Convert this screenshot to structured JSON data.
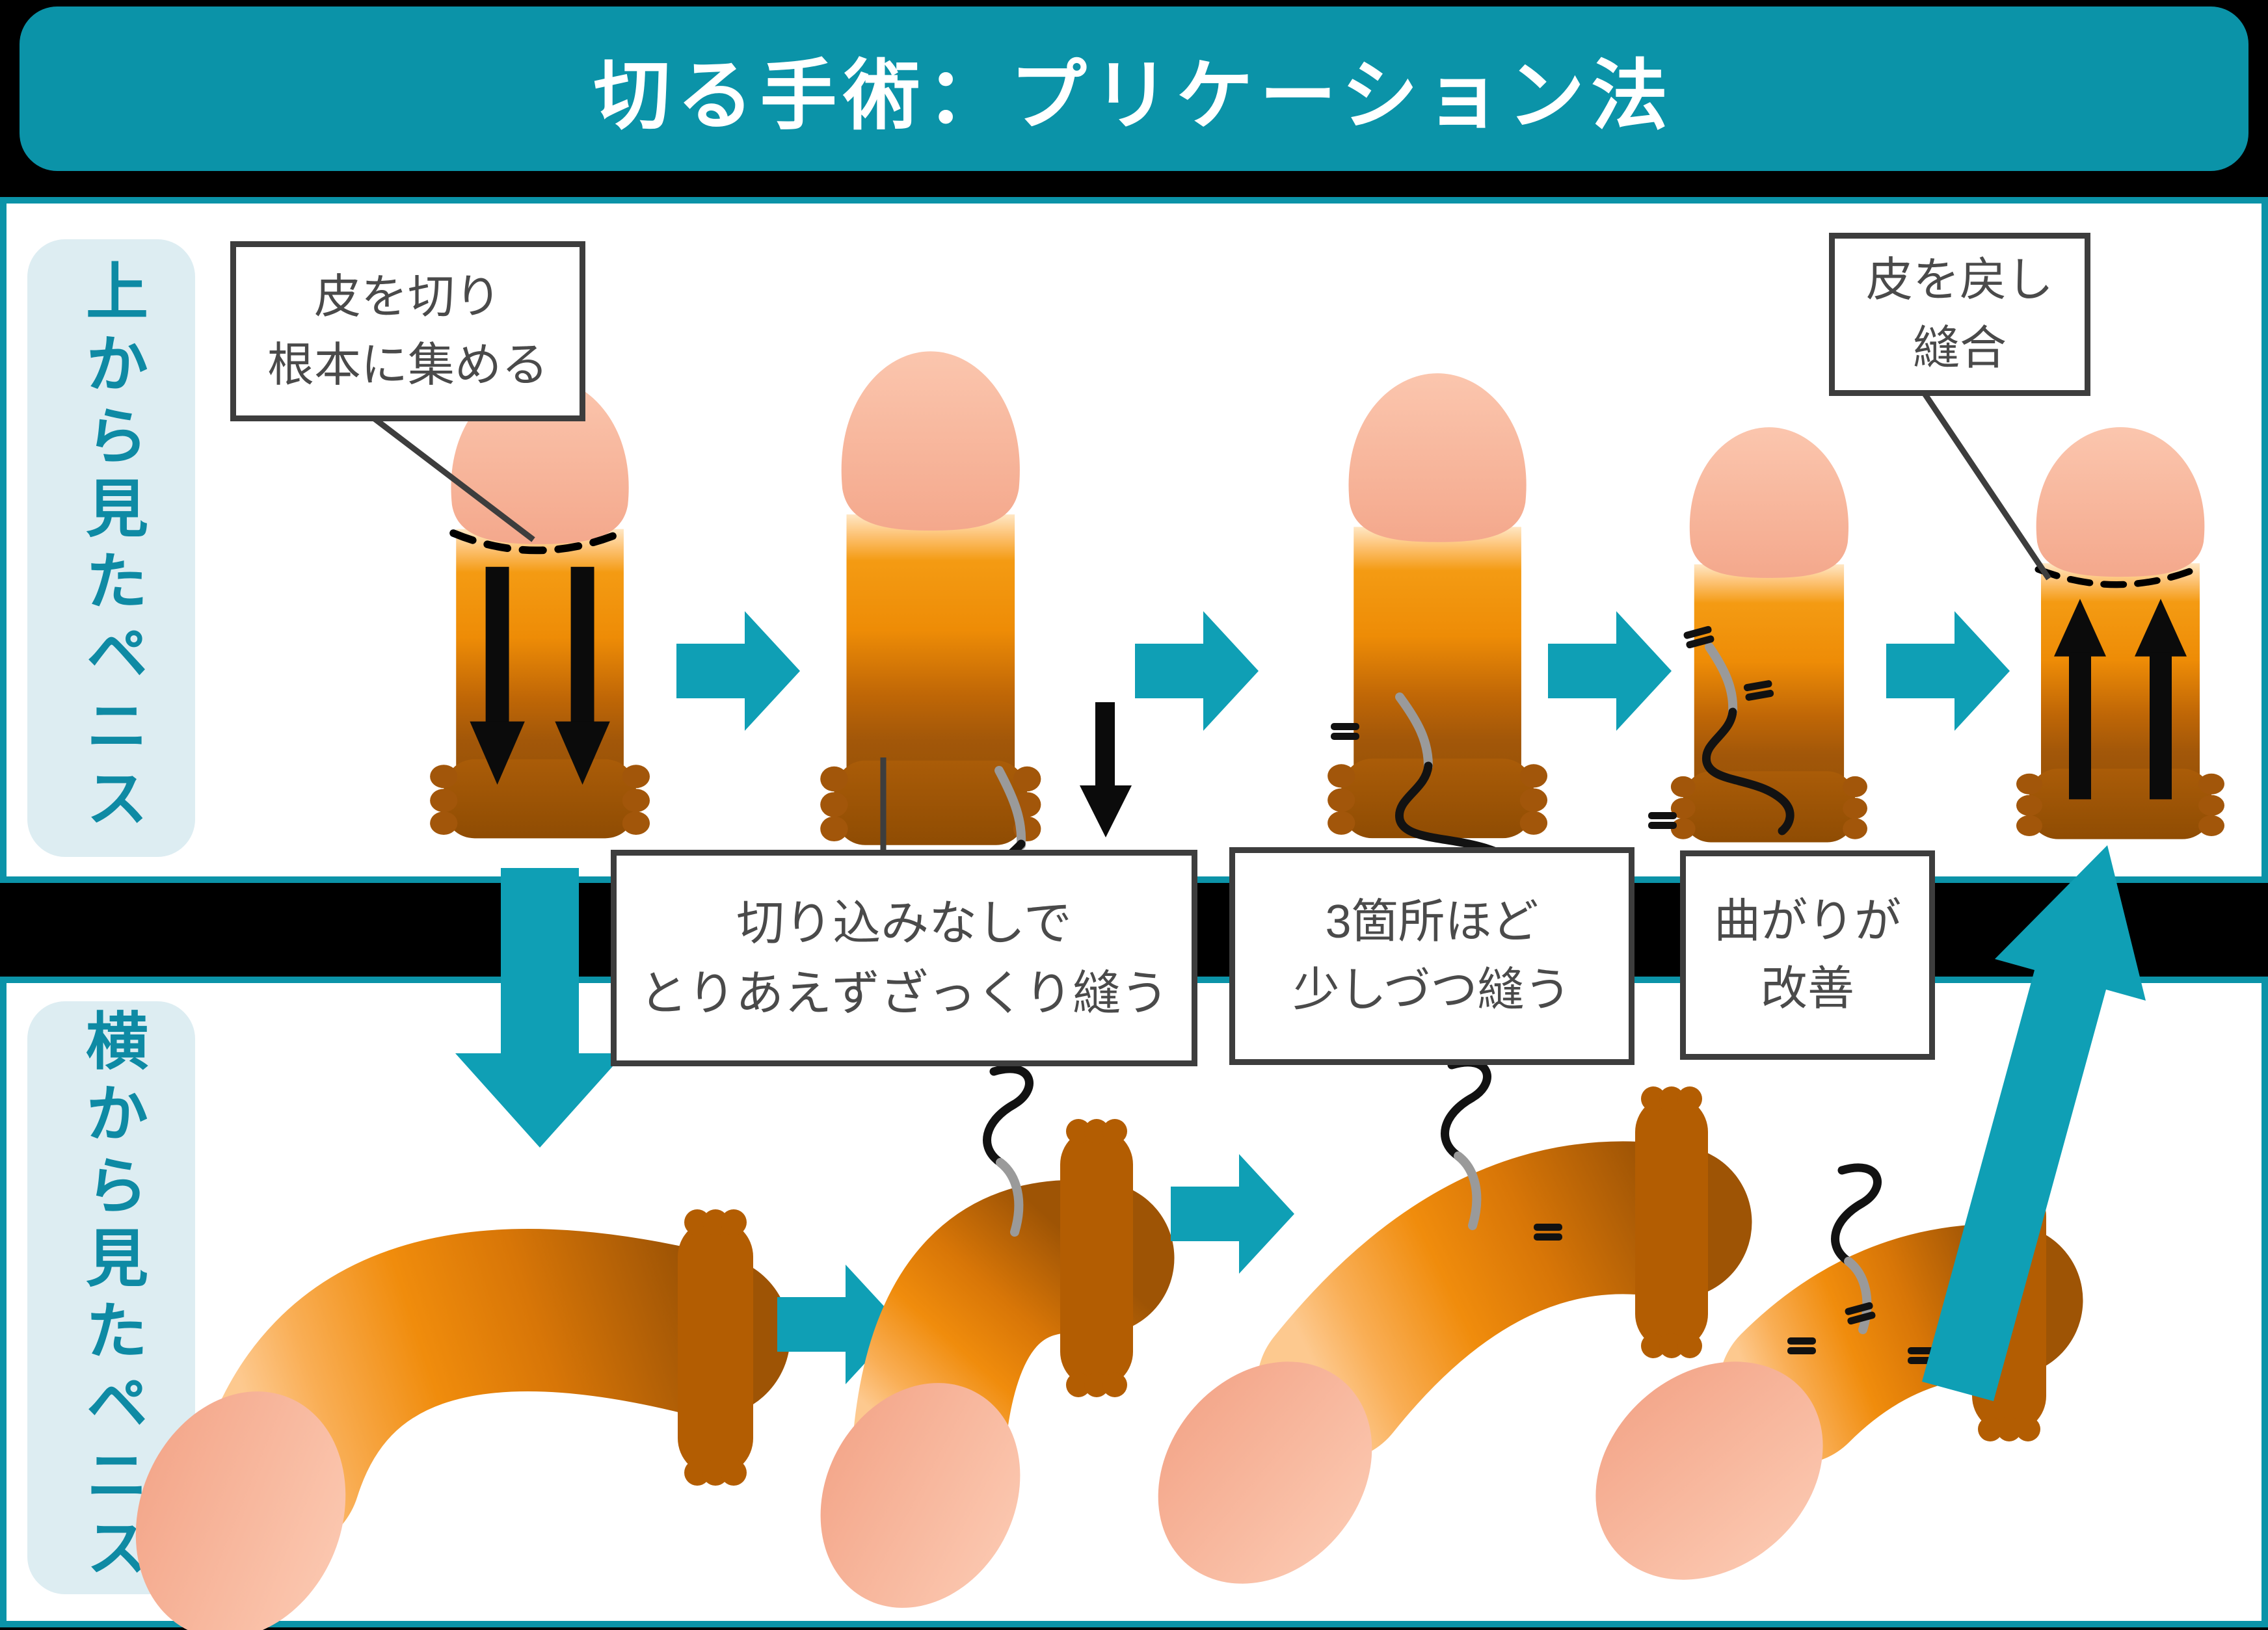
{
  "title": "切る手術：プリケーション法",
  "labels": {
    "top": "上から見たペニス",
    "bottom": "横から見たペニス"
  },
  "callouts": {
    "gather": {
      "line1": "皮を切り",
      "line2": "根本に集める"
    },
    "restore": {
      "line1": "皮を戻し",
      "line2": "縫合"
    },
    "rough": {
      "line1": "切り込みなしで",
      "line2": "とりあえずざっくり縫う"
    },
    "three": {
      "line1": "3箇所ほど",
      "line2": "少しづつ縫う"
    },
    "improve": {
      "line1": "曲がりが",
      "line2": "改善"
    }
  },
  "theme": {
    "canvas_black": "#000000",
    "panel_white": "#ffffff",
    "header_teal": "#0b93a8",
    "arrow_teal": "#0f9fb5",
    "label_bg": "#ddedf2",
    "label_text": "#0e8aa4",
    "box_border": "#3d3d3d",
    "box_text": "#4a4a4a",
    "glans_pink": "#f8b9a1",
    "shaft_orange": "#ee8c06",
    "base_brown": "#a0540a",
    "thread_black": "#121212",
    "needle_gray": "#9a9a9a",
    "mark_black": "#111111"
  }
}
